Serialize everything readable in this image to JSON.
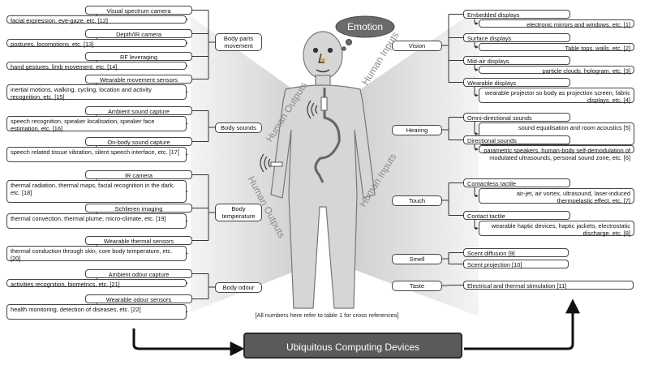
{
  "emotion": "Emotion",
  "labels": {
    "human_outputs": "Human Outputs",
    "human_inputs": "Human Inputs"
  },
  "footnote": "[All numbers here refer to table 1 for cross references]",
  "bottom": "Ubiquitous Computing Devices",
  "outputs": [
    {
      "category": "Body parts\nmovement",
      "items": [
        {
          "header": "Visual spectrum camera",
          "detail": "facial expression, eye-gaze, etc. [12]"
        },
        {
          "header": "Depth/IR camera",
          "detail": "postures, locomotions, etc. [13]"
        },
        {
          "header": "RF leveraging",
          "detail": "hand gestures, limb movement, etc. [14]"
        },
        {
          "header": "Wearable movement sensors",
          "detail": "inertial motions, walking, cycling, location and activity recognition, etc. [15]"
        }
      ]
    },
    {
      "category": "Body sounds",
      "items": [
        {
          "header": "Ambient sound capture",
          "detail": "speech recognition, speaker localisation, speaker face estimation, etc. [16]"
        },
        {
          "header": "On-body sound capture",
          "detail": "speech related tissue vibration, silent speech interface, etc. [17]"
        }
      ]
    },
    {
      "category": "Body\ntemperature",
      "items": [
        {
          "header": "IR camera",
          "detail": "thermal radiation, thermal maps, facial recognition in the dark, etc. [18]"
        },
        {
          "header": "Schlieren imaging",
          "detail": "thermal convection, thermal plume, micro-climate, etc. [19]"
        },
        {
          "header": "Wearable thermal sensors",
          "detail": "thermal conduction through skin, core body temperature, etc. [20]"
        }
      ]
    },
    {
      "category": "Body odour",
      "items": [
        {
          "header": "Ambient odour capture",
          "detail": "activities recognition, biometrics, etc. [21]"
        },
        {
          "header": "Wearable odour sensors",
          "detail": "health monitoring, detection of diseases, etc. [22]"
        }
      ]
    }
  ],
  "inputs": [
    {
      "category": "Vision",
      "items": [
        {
          "header": "Embedded displays",
          "detail": "electronic mirrors and windows, etc. [1]"
        },
        {
          "header": "Surface displays",
          "detail": "Table tops, walls, etc. [2]"
        },
        {
          "header": "Mid-air displays",
          "detail": "particle clouds, hologram, etc. [3]"
        },
        {
          "header": "Wearable displays",
          "detail": "wearable projector so body as projection screen, fabric displays, etc. [4]"
        }
      ]
    },
    {
      "category": "Hearing",
      "items": [
        {
          "header": "Omni-directional sounds",
          "detail": "sound equalisation and room acoustics [5]"
        },
        {
          "header": "Directional sounds",
          "detail": "parametric speakers, human-body self-demodulation of modulated ultrasounds, personal sound zone, etc. [6]"
        }
      ]
    },
    {
      "category": "Touch",
      "items": [
        {
          "header": "Contactless tactile",
          "detail": "air-jet, air vortex, ultrasound, laser-induced thermoelastic effect, etc. [7]"
        },
        {
          "header": "Contact tactile",
          "detail": "wearable haptic devices, haptic jackets, electrostatic discharge, etc. [8]"
        }
      ]
    },
    {
      "category": "Smell",
      "items": [
        {
          "header": "Scent diffusion [9]",
          "detail": ""
        },
        {
          "header": "Scent projection [10]",
          "detail": ""
        }
      ]
    },
    {
      "category": "Taste",
      "items": [
        {
          "header": "Electrical and thermal stimulation [11]",
          "detail": ""
        }
      ]
    }
  ]
}
